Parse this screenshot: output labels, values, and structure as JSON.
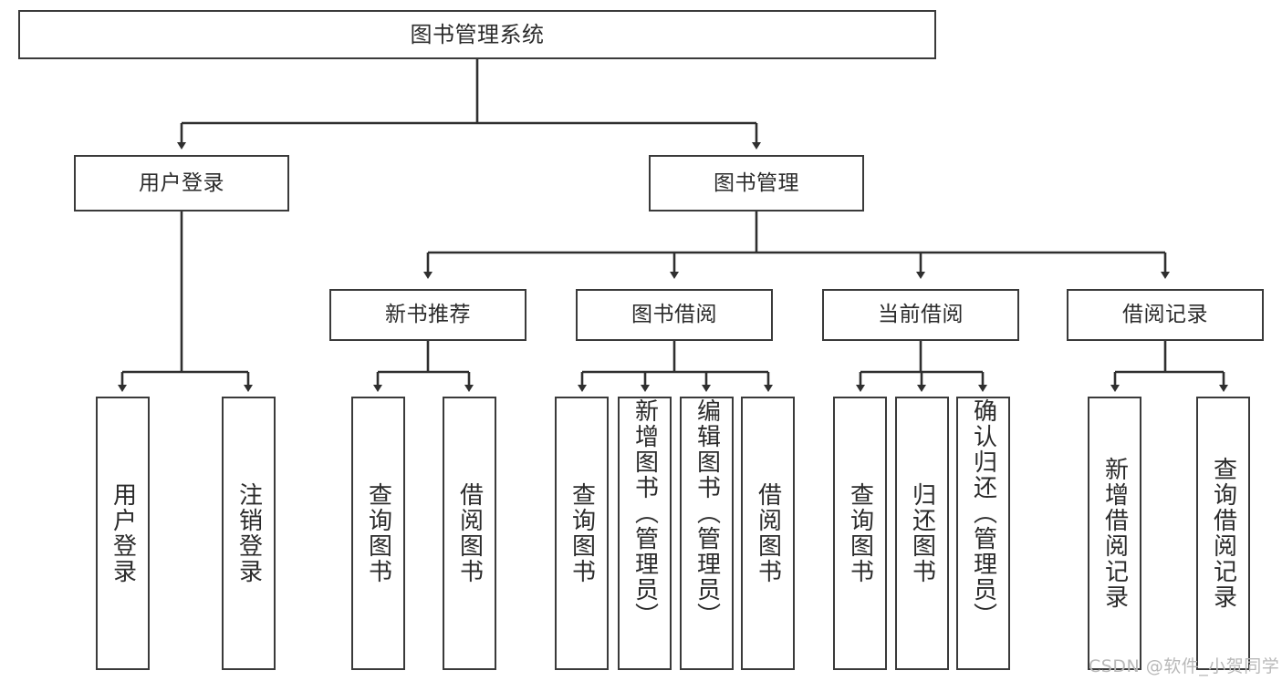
{
  "diagram": {
    "title": "图书管理系统",
    "type": "tree",
    "watermark": "CSDN @软件_小贺同学",
    "colors": {
      "box_stroke": "#3a3a3a",
      "connector": "#2f2f2f",
      "text": "#2b2b2b",
      "background": "#ffffff",
      "watermark": "#b9b9b9"
    },
    "levels": {
      "root": "图书管理系统",
      "level2": [
        "用户登录",
        "图书管理"
      ],
      "level3": [
        "新书推荐",
        "图书借阅",
        "当前借阅",
        "借阅记录"
      ]
    },
    "nodes": {
      "root": {
        "label": "图书管理系统"
      },
      "user_login": {
        "label": "用户登录"
      },
      "book_manage": {
        "label": "图书管理"
      },
      "new_book_rec": {
        "label": "新书推荐"
      },
      "book_borrow": {
        "label": "图书借阅"
      },
      "current_borrow": {
        "label": "当前借阅"
      },
      "borrow_record": {
        "label": "借阅记录"
      },
      "leaf_user_login": {
        "label": "用户登录"
      },
      "leaf_logout": {
        "label": "注销登录"
      },
      "leaf_query_book_1": {
        "label": "查询图书"
      },
      "leaf_borrow_book_1": {
        "label": "借阅图书"
      },
      "leaf_query_book_2": {
        "label": "查询图书"
      },
      "leaf_add_book": {
        "label": "新增图书（管理员）"
      },
      "leaf_edit_book": {
        "label": "编辑图书（管理员）"
      },
      "leaf_borrow_book_2": {
        "label": "借阅图书"
      },
      "leaf_query_book_3": {
        "label": "查询图书"
      },
      "leaf_return_book": {
        "label": "归还图书"
      },
      "leaf_confirm_return": {
        "label": "确认归还（管理员）"
      },
      "leaf_add_record": {
        "label": "新增借阅记录"
      },
      "leaf_query_record": {
        "label": "查询借阅记录"
      }
    },
    "edges": [
      {
        "from": "root",
        "to": "user_login"
      },
      {
        "from": "root",
        "to": "book_manage"
      },
      {
        "from": "user_login",
        "to": "leaf_user_login"
      },
      {
        "from": "user_login",
        "to": "leaf_logout"
      },
      {
        "from": "book_manage",
        "to": "new_book_rec"
      },
      {
        "from": "book_manage",
        "to": "book_borrow"
      },
      {
        "from": "book_manage",
        "to": "current_borrow"
      },
      {
        "from": "book_manage",
        "to": "borrow_record"
      },
      {
        "from": "new_book_rec",
        "to": "leaf_query_book_1"
      },
      {
        "from": "new_book_rec",
        "to": "leaf_borrow_book_1"
      },
      {
        "from": "book_borrow",
        "to": "leaf_query_book_2"
      },
      {
        "from": "book_borrow",
        "to": "leaf_add_book"
      },
      {
        "from": "book_borrow",
        "to": "leaf_edit_book"
      },
      {
        "from": "book_borrow",
        "to": "leaf_borrow_book_2"
      },
      {
        "from": "current_borrow",
        "to": "leaf_query_book_3"
      },
      {
        "from": "current_borrow",
        "to": "leaf_return_book"
      },
      {
        "from": "current_borrow",
        "to": "leaf_confirm_return"
      },
      {
        "from": "borrow_record",
        "to": "leaf_add_record"
      },
      {
        "from": "borrow_record",
        "to": "leaf_query_record"
      }
    ]
  }
}
